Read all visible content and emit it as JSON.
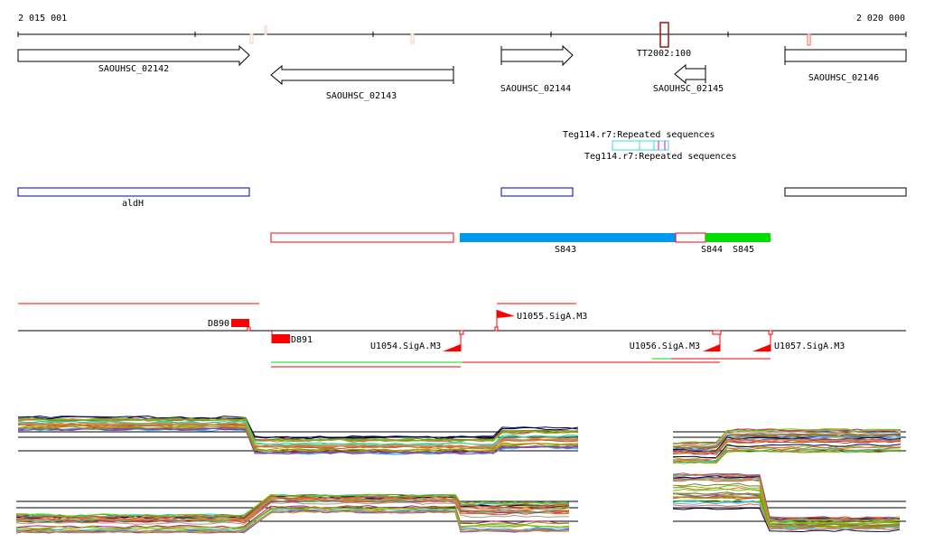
{
  "ruler": {
    "start_label": "2 015 001",
    "end_label": "2 020 000"
  },
  "genes": [
    {
      "name": "SAOUHSC_02142",
      "strand": "+"
    },
    {
      "name": "SAOUHSC_02143",
      "strand": "-"
    },
    {
      "name": "SAOUHSC_02144",
      "strand": "+"
    },
    {
      "name": "SAOUHSC_02145",
      "strand": "-"
    },
    {
      "name": "SAOUHSC_02146",
      "strand": "+"
    }
  ],
  "terminator": {
    "label": "TT2002:100"
  },
  "repeats": {
    "overlap_label": "Teg114.r7:Repeated sequences",
    "label": "Teg114.r7:Repeated sequences"
  },
  "operons": {
    "label": "aldH"
  },
  "segments": {
    "s843": "S843",
    "s844": "S844",
    "s845": "S845"
  },
  "promoters": {
    "d890": "D890",
    "d891": "D891",
    "u1054": "U1054.SigA.M3",
    "u1055": "U1055.SigA.M3",
    "u1056": "U1056.SigA.M3",
    "u1057": "U1057.SigA.M3"
  },
  "colors": {
    "red": "#ff0000",
    "blue": "#0099ee",
    "green": "#00dd00",
    "darkred": "#aa1111",
    "cyan": "#33dddd",
    "magenta": "#ee00ee",
    "navy": "#0000aa"
  }
}
